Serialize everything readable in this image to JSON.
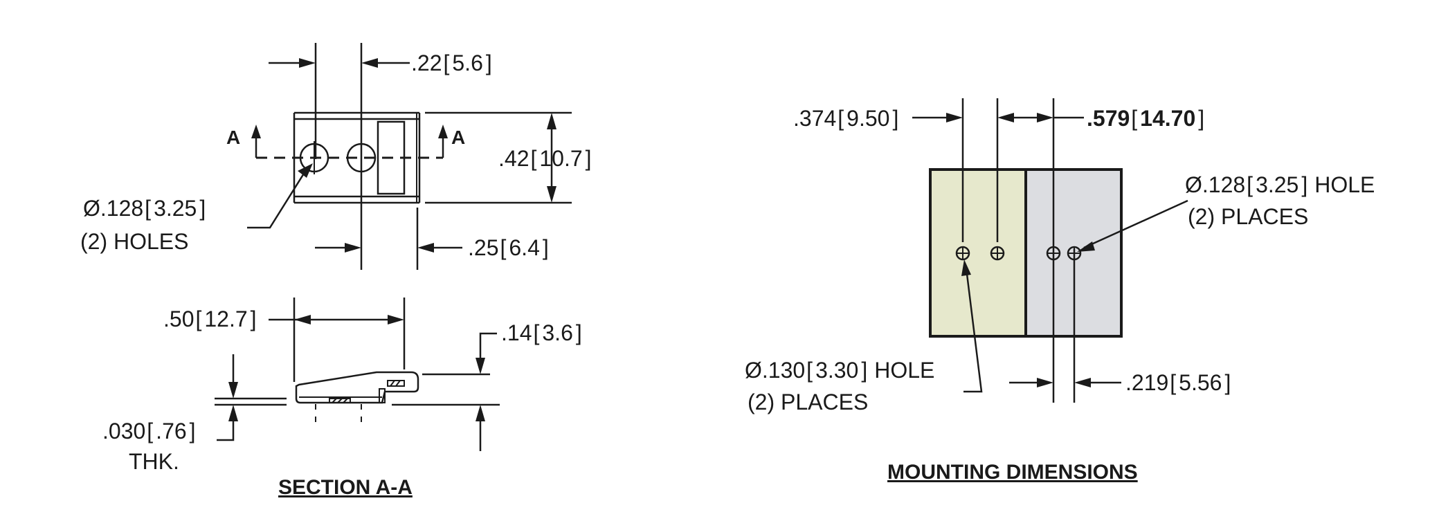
{
  "section_view": {
    "title": "SECTION A-A",
    "section_marker": "A",
    "dims": {
      "d022": ".22",
      "d022_mm": "5.6",
      "d042": ".42",
      "d042_mm": "10.7",
      "d025": ".25",
      "d025_mm": "6.4",
      "hole": ".128",
      "hole_mm": "3.25",
      "hole_note": "(2) HOLES",
      "d050": ".50",
      "d050_mm": "12.7",
      "d014": ".14",
      "d014_mm": "3.6",
      "thk": ".030",
      "thk_mm": ".76",
      "thk_note": "THK."
    }
  },
  "mounting_view": {
    "title": "MOUNTING DIMENSIONS",
    "dims": {
      "d374": ".374",
      "d374_mm": "9.50",
      "d579": ".579",
      "d579_mm": "14.70",
      "hole_r": ".128",
      "hole_r_mm": "3.25",
      "hole_r_note": "HOLE",
      "hole_r_places": "(2) PLACES",
      "hole_l": ".130",
      "hole_l_mm": "3.30",
      "hole_l_note": "HOLE",
      "hole_l_places": "(2) PLACES",
      "d219": ".219",
      "d219_mm": "5.56"
    },
    "colors": {
      "left_plate": "#e6e8cc",
      "right_plate": "#dcdde1"
    }
  },
  "diameter_symbol": "Ø",
  "line_color": "#1a1a1a"
}
